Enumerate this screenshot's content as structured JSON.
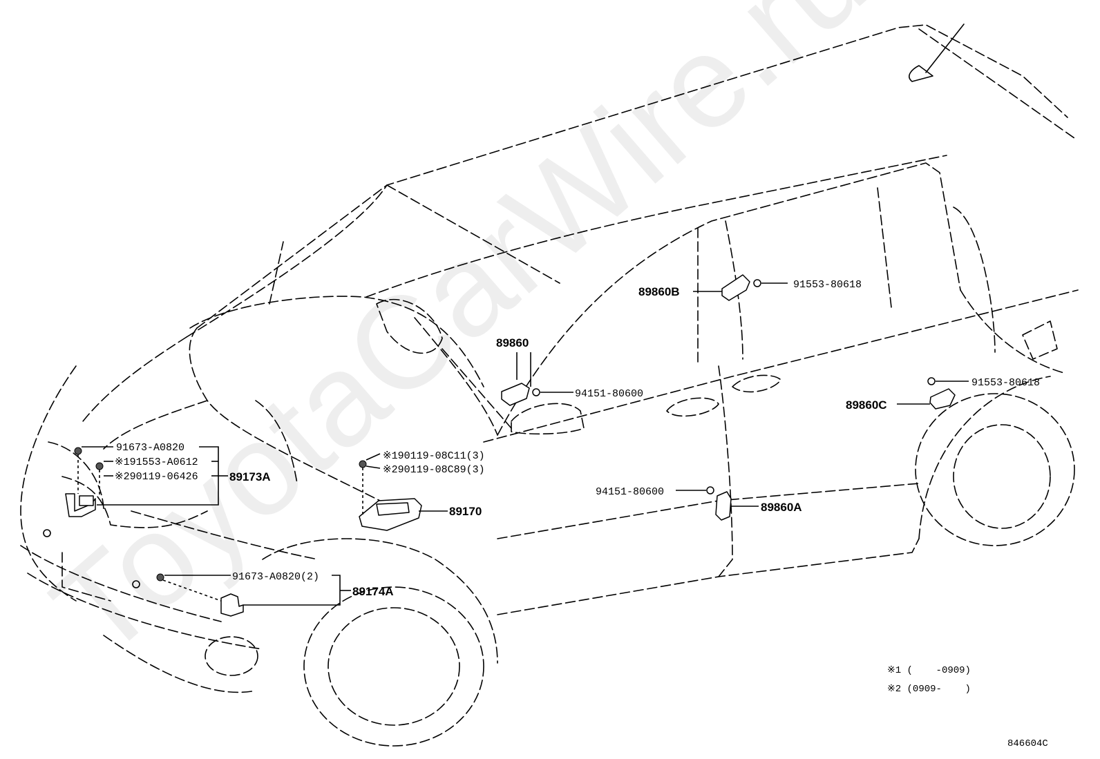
{
  "labels": {
    "p89860B": "89860B",
    "p91553_80618_a": "91553-80618",
    "p89860": "89860",
    "p94151_80600_a": "94151-80600",
    "p91553_80618_b": "91553-80618",
    "p89860C": "89860C",
    "p91673_A0820": "91673-A0820",
    "p91553_A0612": "※191553-A0612",
    "p90119_06426": "※290119-06426",
    "p89173A": "89173A",
    "p90119_08C11": "※190119-08C11(3)",
    "p90119_08C89": "※290119-08C89(3)",
    "p89170": "89170",
    "p94151_80600_b": "94151-80600",
    "p89860A": "89860A",
    "p91673_A0820_2": "91673-A0820(2)",
    "p89174A": "89174A"
  },
  "notes": {
    "n1": "※1 (    -0909)",
    "n2": "※2 (0909-    )"
  },
  "illustration_code": "846604C",
  "watermark": "ToyotaCarWire.ru"
}
